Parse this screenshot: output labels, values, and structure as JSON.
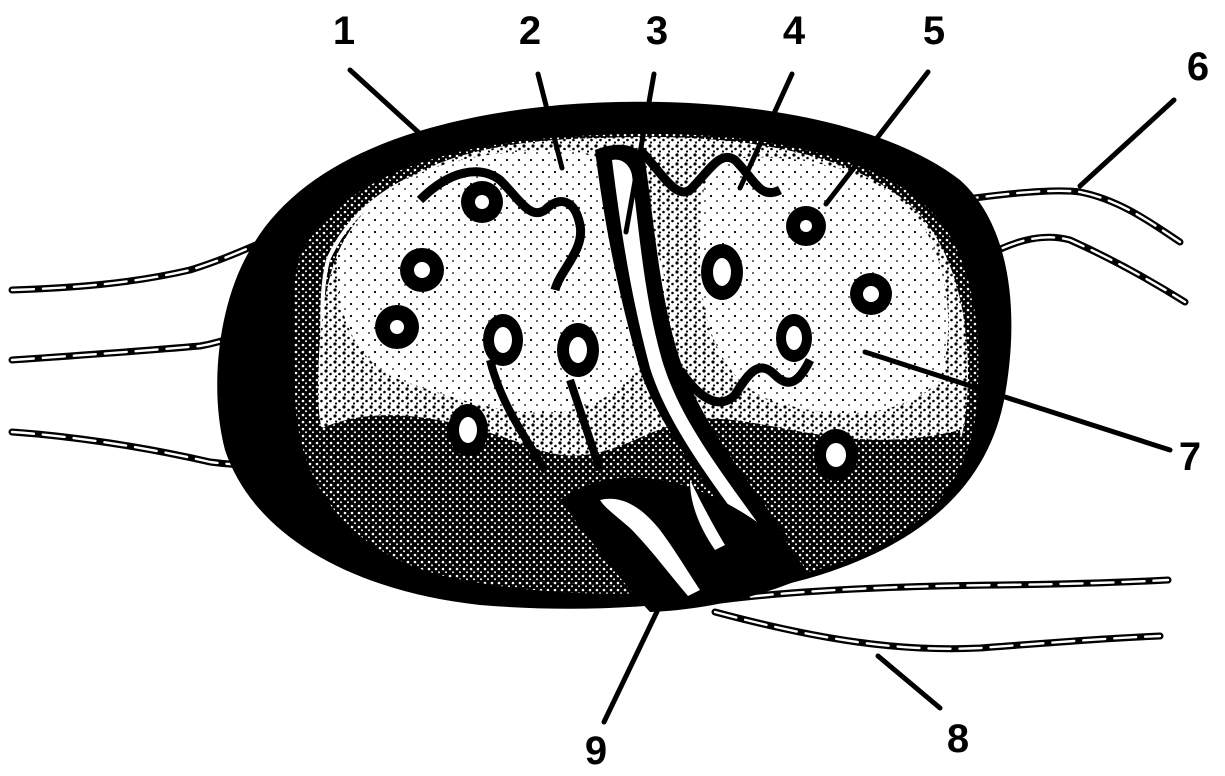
{
  "figure": {
    "labels": [
      "1",
      "2",
      "3",
      "4",
      "5",
      "6",
      "7",
      "8",
      "9"
    ]
  }
}
